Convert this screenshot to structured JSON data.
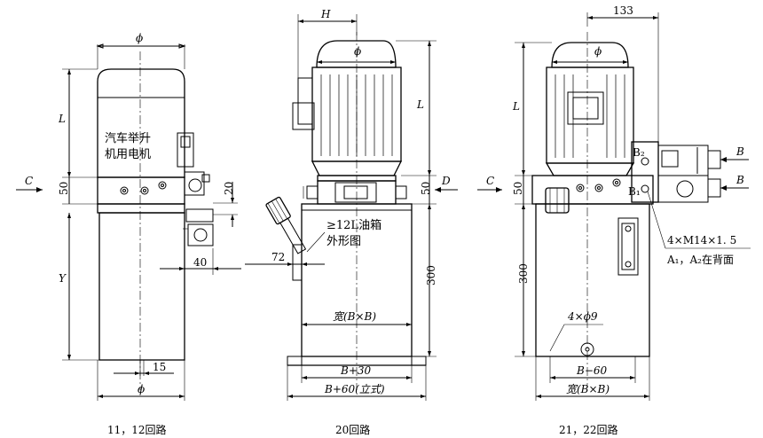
{
  "views": {
    "left": {
      "caption": "11，12回路",
      "motor_note_line1": "汽车举升",
      "motor_note_line2": "机用电机",
      "dim_phi_top": "ϕ",
      "dim_L": "L",
      "dim_C": "C",
      "dim_50": "50",
      "dim_20": "20",
      "dim_40": "40",
      "dim_Y": "Y",
      "dim_15": "15",
      "dim_phi_bottom": "ϕ"
    },
    "middle": {
      "caption": "20回路",
      "dim_H": "H",
      "dim_phi": "ϕ",
      "dim_L": "L",
      "dim_50": "50",
      "dim_D": "D",
      "tank_note_line1": "≥12L油箱",
      "tank_note_line2": "外形图",
      "dim_72": "72",
      "dim_300": "300",
      "dim_width": "宽(B×B)",
      "dim_B30": "B+30",
      "dim_B60": "B+60(立式)"
    },
    "right": {
      "caption": "21，22回路",
      "dim_133": "133",
      "dim_phi": "ϕ",
      "dim_L": "L",
      "dim_C": "C",
      "dim_50": "50",
      "port_B2": "B₂",
      "port_B1": "B₁",
      "port_B_top": "B",
      "port_B_bottom": "B",
      "thread_note": "4×M14×1. 5",
      "ports_note": "A₁，A₂在背面",
      "dim_300": "300",
      "hole_note": "4×ϕ9",
      "dim_B60": "B−60",
      "dim_width": "宽(B×B)"
    }
  }
}
